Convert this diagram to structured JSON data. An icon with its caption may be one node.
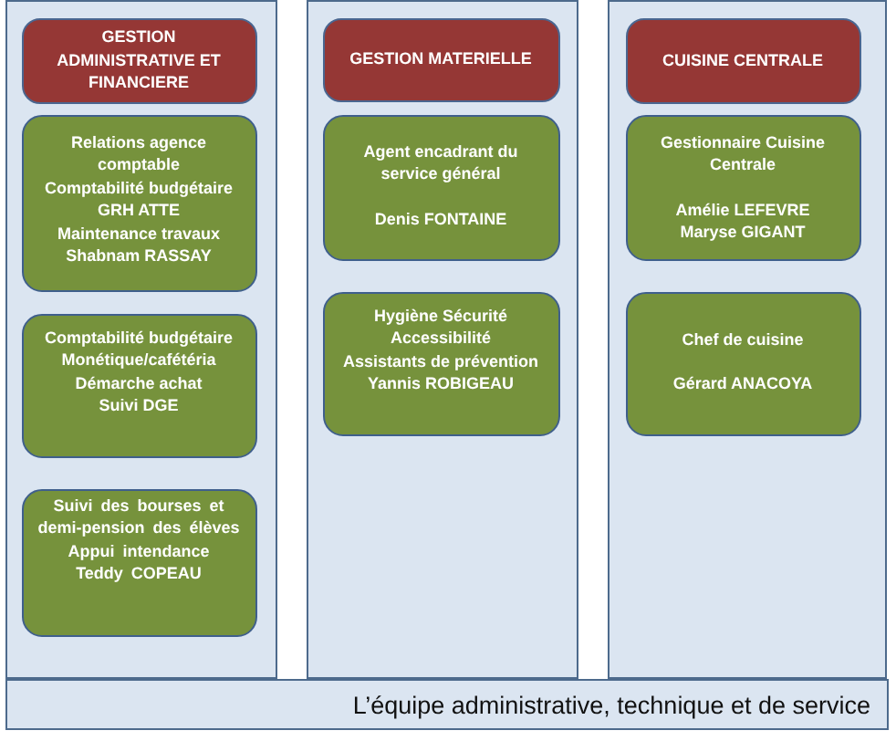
{
  "diagram": {
    "nodes": [
      {
        "text": [],
        "shape": "box"
      },
      {
        "text": [
          "GESTION ADMINISTRATIVE ET FINANCIERE"
        ],
        "in": 0
      },
      {
        "text": [
          "Relations agence comptable",
          "Comptabilité budgétaire",
          "GRH ATTE",
          "Maintenance travaux",
          "Shabnam RASSAY"
        ],
        "in": 0
      },
      {
        "text": [
          "Comptabilité budgétaire",
          "Monétique/cafétéria",
          "Démarche achat",
          "Suivi DGE"
        ],
        "in": 0
      },
      {
        "text": [
          "Suivi des bourses et demi-pension des élèves",
          "Appui intendance",
          "Teddy COPEAU"
        ],
        "in": 0
      },
      {
        "text": [],
        "shape": "box"
      },
      {
        "text": [
          "GESTION MATERIELLE"
        ],
        "in": 5
      },
      {
        "text": [
          "Agent encadrant du service général",
          "Denis FONTAINE"
        ],
        "in": 5
      },
      {
        "text": [
          "Hygiène Sécurité",
          "Accessibilité",
          "Assistants de prévention",
          "Yannis ROBIGEAU"
        ],
        "in": 5
      },
      {
        "text": [],
        "shape": "box"
      },
      {
        "text": [
          "CUISINE CENTRALE"
        ],
        "in": 9
      },
      {
        "text": [
          "Gestionnaire Cuisine Centrale",
          "Amélie LEFEVRE",
          "Maryse GIGANT"
        ],
        "in": 9
      },
      {
        "text": [
          "Chef de cuisine",
          "Gérard ANACOYA"
        ],
        "in": 9
      },
      {
        "text": [
          "L’équipe administrative, technique et de service"
        ]
      }
    ]
  }
}
